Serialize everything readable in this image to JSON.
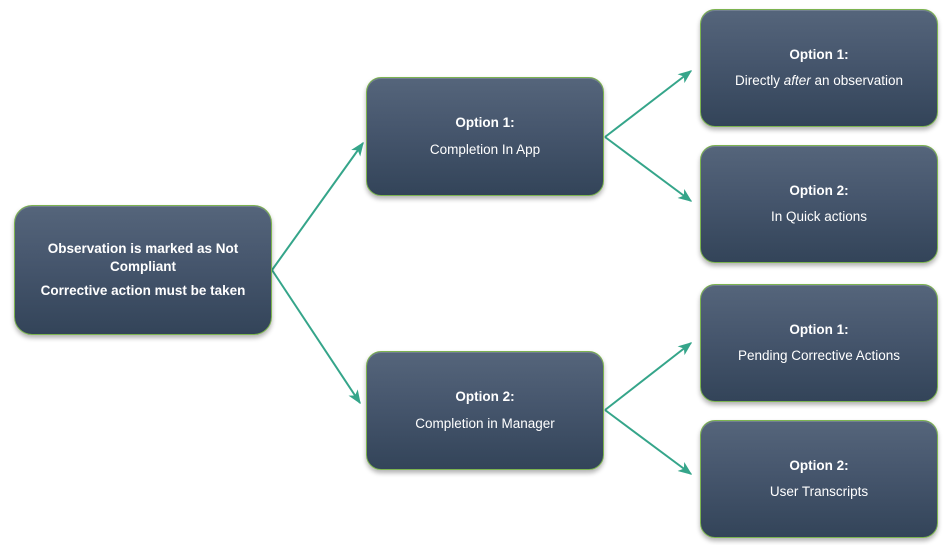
{
  "diagram": {
    "root": {
      "line1": "Observation is marked as Not Compliant",
      "line2": "Corrective action must be taken"
    },
    "branch_app": {
      "label": "Option 1:",
      "desc": "Completion In App"
    },
    "branch_manager": {
      "label": "Option 2:",
      "desc": "Completion in Manager"
    },
    "app_option1": {
      "label": "Option 1:",
      "desc_prefix": "Directly ",
      "desc_italic": "after",
      "desc_suffix": " an observation"
    },
    "app_option2": {
      "label": "Option 2:",
      "desc": "In Quick actions"
    },
    "manager_option1": {
      "label": "Option 1:",
      "desc": "Pending Corrective Actions"
    },
    "manager_option2": {
      "label": "Option 2:",
      "desc": "User Transcripts"
    }
  },
  "colors": {
    "box_gradient_top": "#55657b",
    "box_gradient_bottom": "#334459",
    "box_border": "#7cb350",
    "arrow": "#35a58a",
    "text": "#ffffff",
    "background": "#ffffff"
  }
}
